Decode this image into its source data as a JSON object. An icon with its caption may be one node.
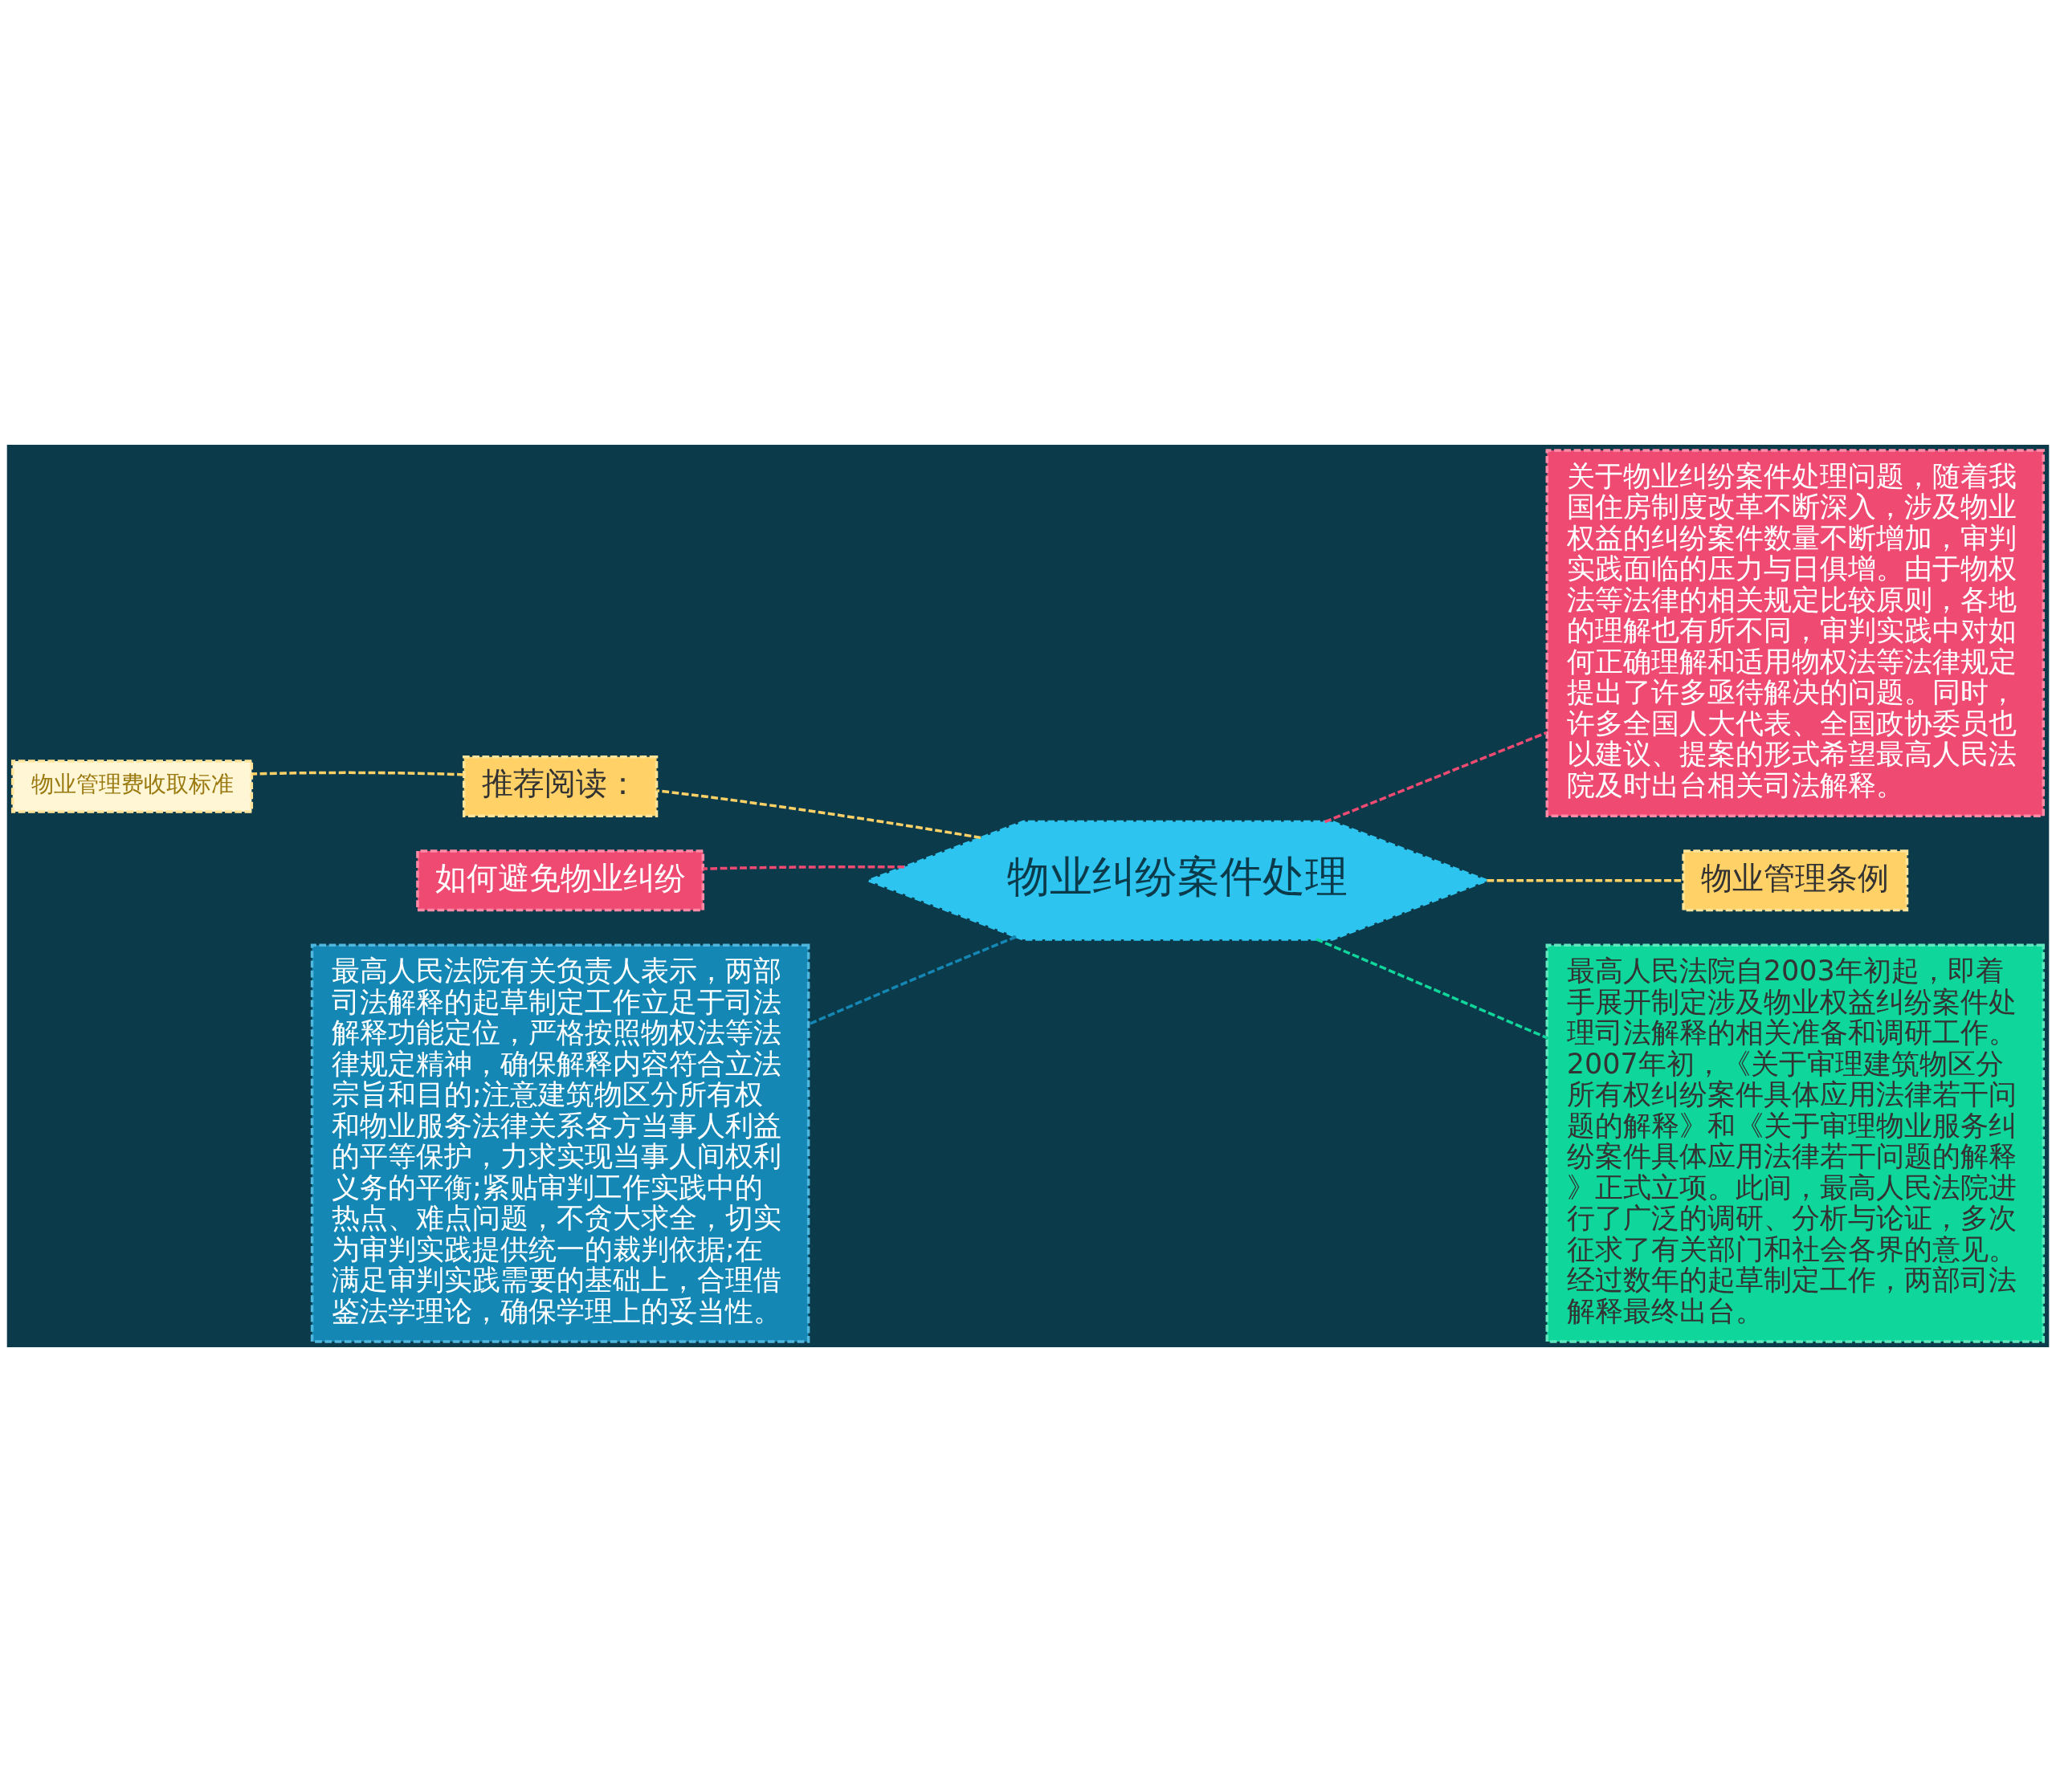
{
  "diagram": {
    "nodes": [
      {
        "text": [
          "物业纠纷案件处理"
        ]
      },
      {
        "text": [
          "推荐阅读："
        ]
      },
      {
        "text": [
          "物业管理费收取标准"
        ]
      },
      {
        "text": [
          "如何避免物业纠纷"
        ]
      },
      {
        "text": [
          "最高人民法院有关负责人表示，两部司法解释的起草制定工作立足于司法解释功能定位，严格按照物权法等法律规定精神，确保解释内容符合立法宗旨和目的;注意建筑物区分所有权和物业服务法律关系各方当事人利益的平等保护，力求实现当事人间权利义务的平衡;紧贴审判工作实践中的热点、难点问题，不贪大求全，切实为审判实践提供统一的裁判依据;在满足审判实践需要的基础上，合理借鉴法学理论，确保学理上的妥当性。"
        ]
      },
      {
        "text": [
          "关于物业纠纷案件处理问题，随着我国住房制度改革不断深入，涉及物业权益的纠纷案件数量不断增加，审判实践面临的压力与日俱增。由于物权法等法律的相关规定比较原则，各地的理解也有所不同，审判实践中对如何正确理解和适用物权法等法律规定提出了许多亟待解决的问题。同时，许多全国人大代表、全国政协委员也以建议、提案的形式希望最高人民法院及时出台相关司法解释。"
        ]
      },
      {
        "text": [
          "物业管理条例"
        ]
      },
      {
        "text": [
          "最高人民法院自2003年初起，即着手展开制定涉及物业权益纠纷案件处理司法解释的相关准备和调研工作。2007年初，《关于审理建筑物区分所有权纠纷案件具体应用法律若干问题的解释》和《关于审理物业服务纠纷案件具体应用法律若干问题的解释》正式立项。此间，最高人民法院进行了广泛的调研、分析与论证，多次征求了有关部门和社会各界的意见。经过数年的起草制定工作，两部司法解释最终出台。"
        ]
      }
    ],
    "edges": [
      {
        "from": 0,
        "to": 1,
        "arrow": "none",
        "style": "dashed",
        "color": "#ffd166"
      },
      {
        "from": 1,
        "to": 2,
        "arrow": "none",
        "style": "dashed",
        "color": "#ffd166"
      },
      {
        "from": 0,
        "to": 3,
        "arrow": "none",
        "style": "dashed",
        "color": "#ef4a72"
      },
      {
        "from": 0,
        "to": 4,
        "arrow": "none",
        "style": "dashed",
        "color": "#1487b4"
      },
      {
        "from": 0,
        "to": 5,
        "arrow": "none",
        "style": "dashed",
        "color": "#ef4a72"
      },
      {
        "from": 0,
        "to": 6,
        "arrow": "none",
        "style": "dashed",
        "color": "#ffd166"
      },
      {
        "from": 0,
        "to": 7,
        "arrow": "none",
        "style": "dashed",
        "color": "#0fd69a"
      }
    ]
  }
}
